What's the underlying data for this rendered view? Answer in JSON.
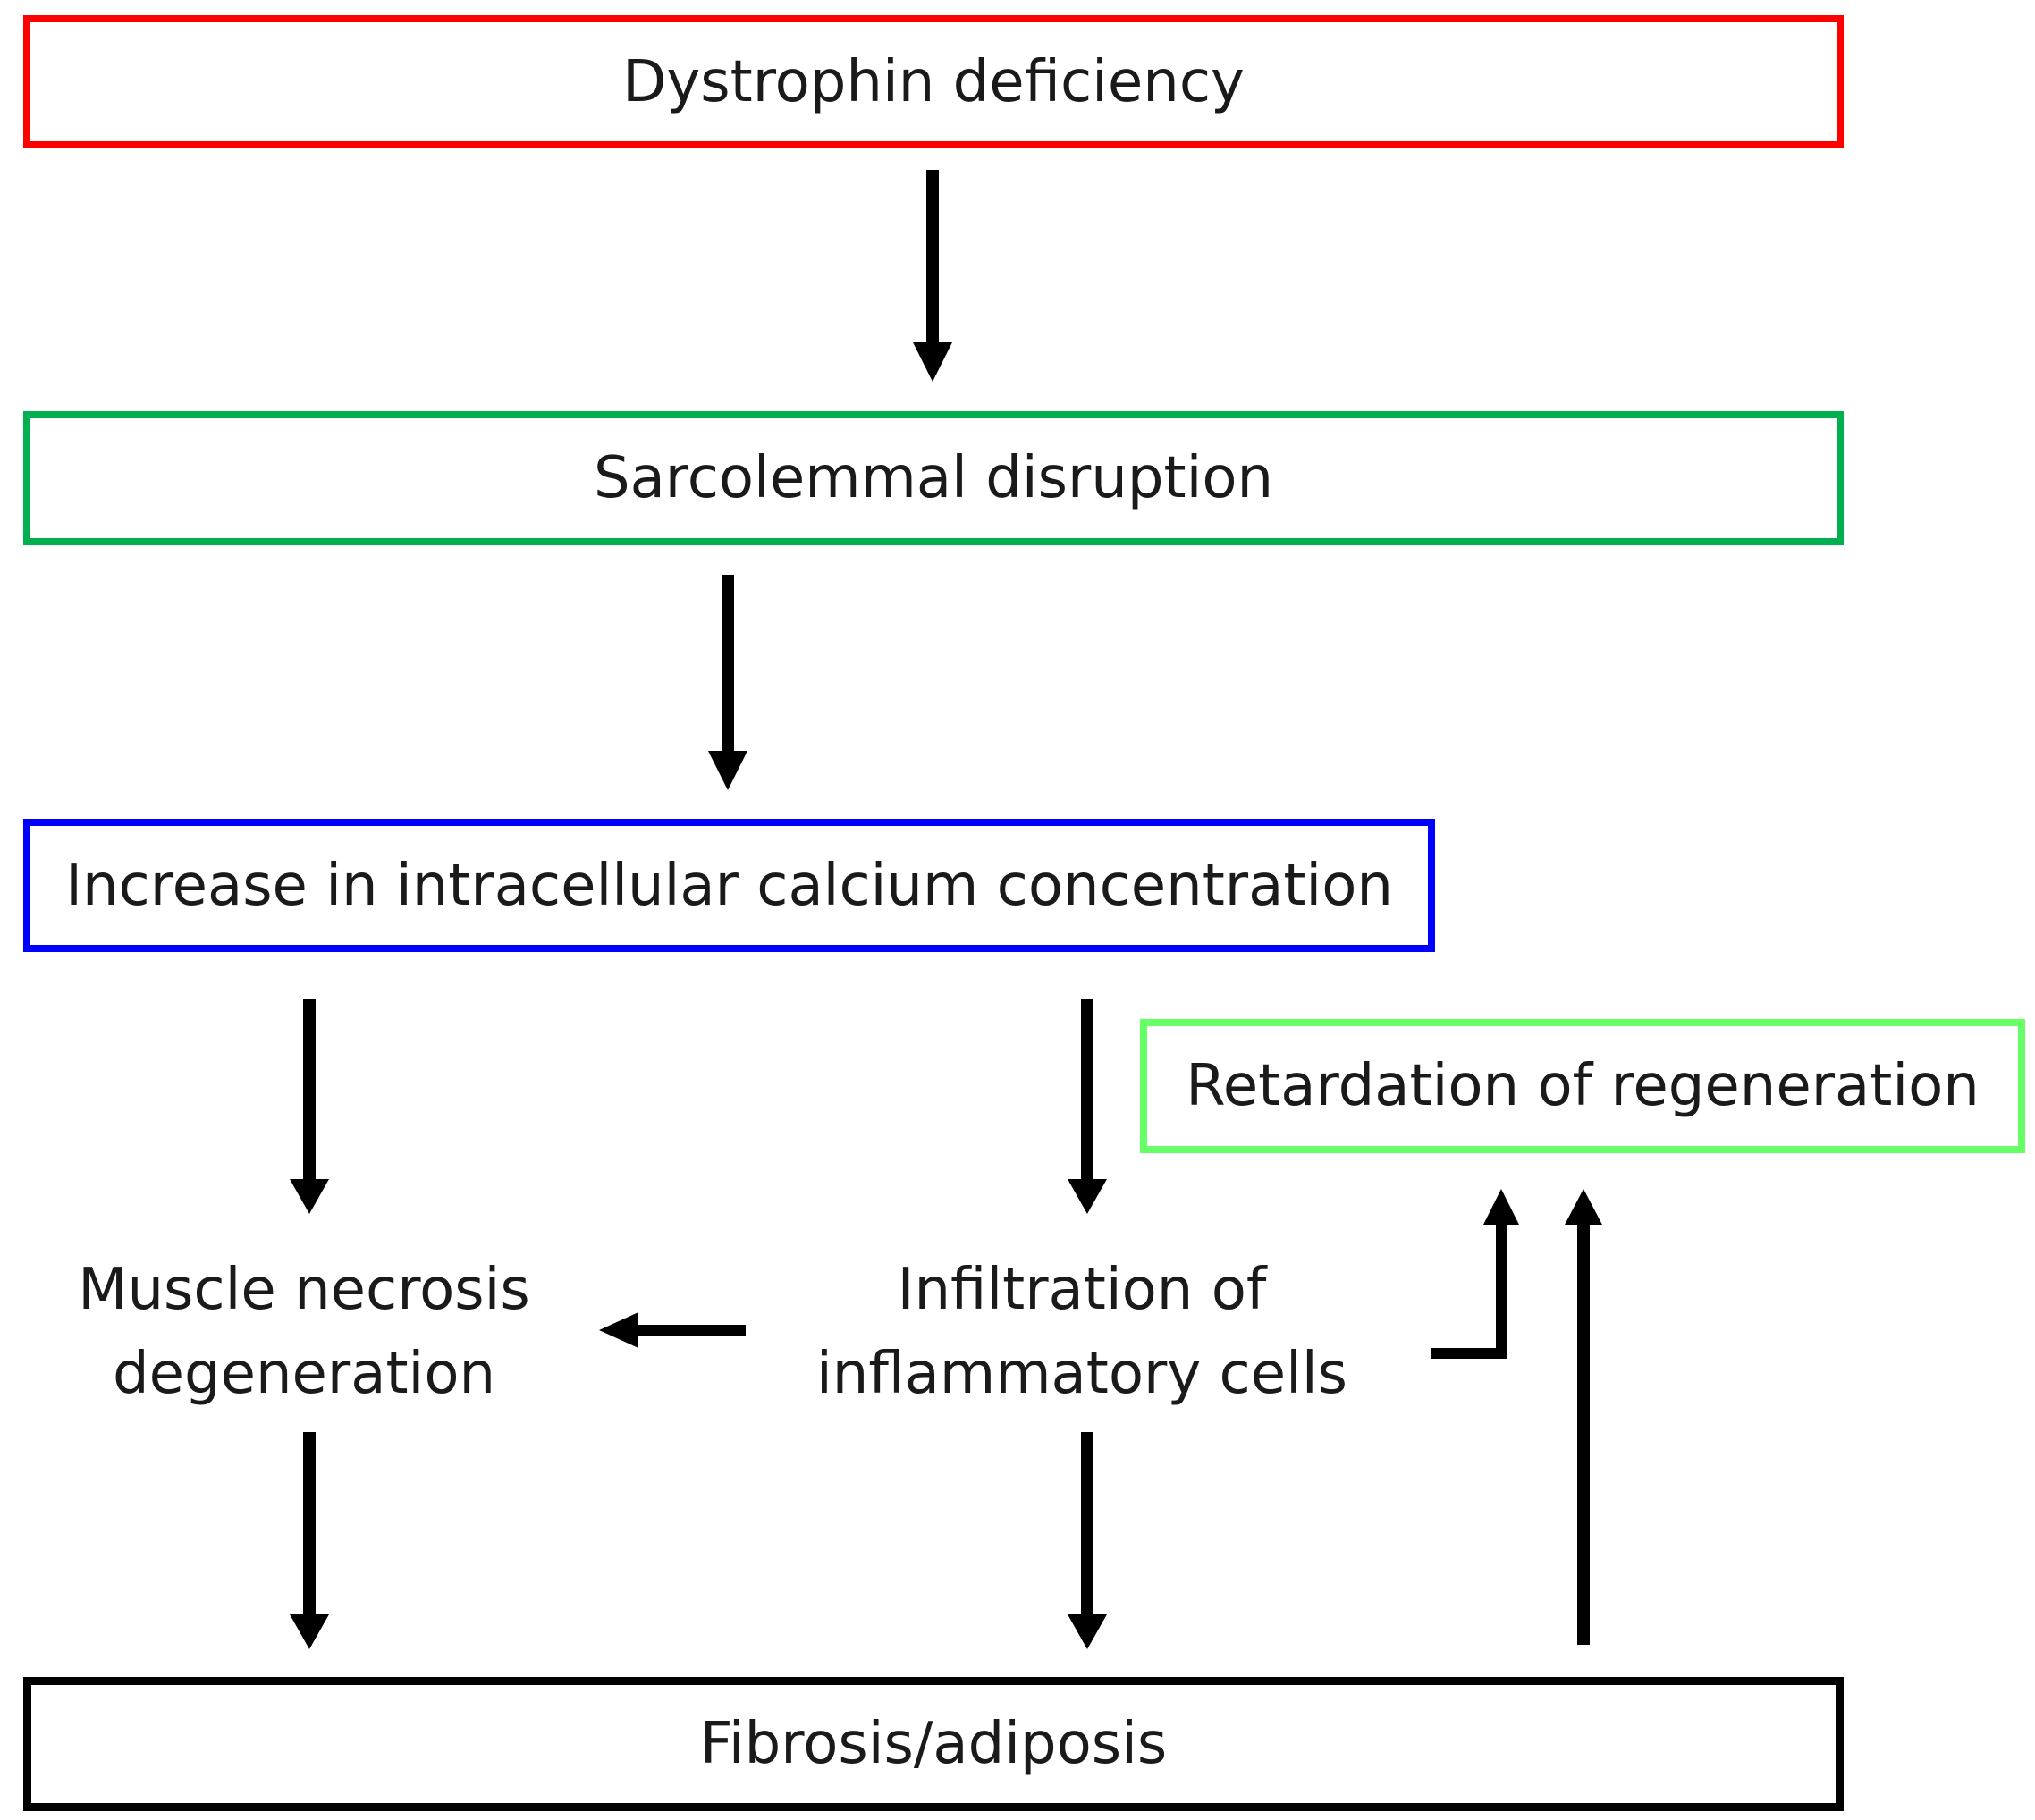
{
  "nodes": {
    "dystrophin": {
      "text": "Dystrophin deficiency",
      "border_color": "#ff0000"
    },
    "sarcolemmal": {
      "text": "Sarcolemmal disruption",
      "border_color": "#00b050"
    },
    "calcium": {
      "text": "Increase in intracellular calcium concentration",
      "border_color": "#0000ff"
    },
    "retardation": {
      "text": "Retardation of regeneration",
      "border_color": "#66ff66"
    },
    "necrosis": {
      "line1": "Muscle necrosis",
      "line2": "degeneration"
    },
    "infiltration": {
      "line1": "Infiltration of",
      "line2": "inflammatory cells"
    },
    "fibrosis": {
      "text": "Fibrosis/adiposis",
      "border_color": "#000000"
    }
  },
  "edges": [
    {
      "from": "Dystrophin deficiency",
      "to": "Sarcolemmal disruption"
    },
    {
      "from": "Sarcolemmal disruption",
      "to": "Increase in intracellular calcium concentration"
    },
    {
      "from": "Increase in intracellular calcium concentration",
      "to": "Muscle necrosis degeneration"
    },
    {
      "from": "Increase in intracellular calcium concentration",
      "to": "Infiltration of inflammatory cells"
    },
    {
      "from": "Infiltration of inflammatory cells",
      "to": "Muscle necrosis degeneration"
    },
    {
      "from": "Infiltration of inflammatory cells",
      "to": "Retardation of regeneration"
    },
    {
      "from": "Muscle necrosis degeneration",
      "to": "Fibrosis/adiposis"
    },
    {
      "from": "Infiltration of inflammatory cells",
      "to": "Fibrosis/adiposis"
    },
    {
      "from": "Fibrosis/adiposis",
      "to": "Retardation of regeneration"
    }
  ]
}
